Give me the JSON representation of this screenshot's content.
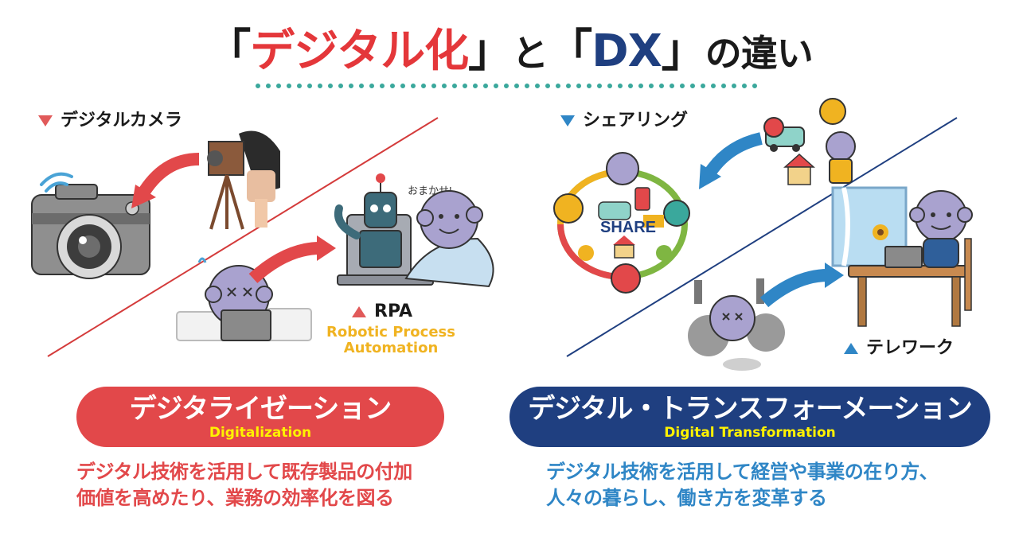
{
  "title": {
    "open1": "「",
    "word1": "デジタル化",
    "close1": "」",
    "mid": "と",
    "open2": "「",
    "word2": "DX",
    "close2": "」",
    "tail": "の違い"
  },
  "left": {
    "label_camera": "デジタルカメラ",
    "label_rpa": "RPA",
    "rpa_sub_line1": "Robotic Process",
    "rpa_sub_line2": "Automation",
    "bubble": "おまかせ!",
    "pill_title": "デジタライゼーション",
    "pill_sub": "Digitalization",
    "desc_line1": "デジタル技術を活用して既存製品の付加",
    "desc_line2": "価値を高めたり、業務の効率化を図る"
  },
  "right": {
    "label_sharing": "シェアリング",
    "label_telework": "テレワーク",
    "share_text": "SHARE",
    "pill_title": "デジタル・トランスフォーメーション",
    "pill_sub": "Digital Transformation",
    "desc_line1": "デジタル技術を活用して経営や事業の在り方、",
    "desc_line2": "人々の暮らし、働き方を変革する"
  },
  "colors": {
    "red": "#e2484a",
    "navy": "#1f3f80",
    "blue": "#2f86c6",
    "teal_dots": "#3aa89c",
    "yellow": "#fff200"
  }
}
